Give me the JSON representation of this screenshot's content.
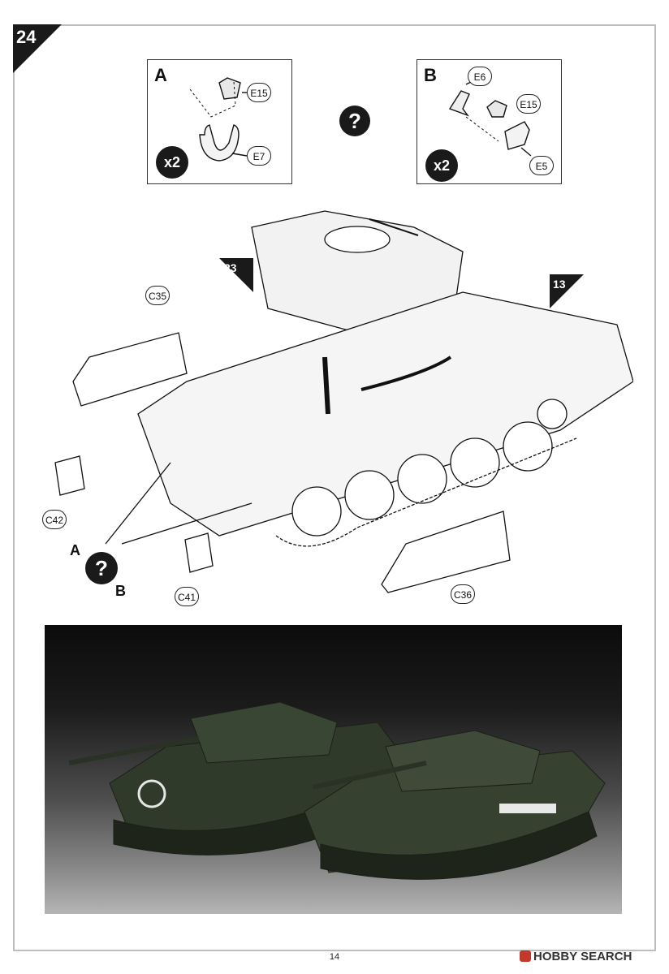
{
  "step": {
    "number": "24"
  },
  "insets": [
    {
      "letter": "A",
      "multiplier": "x2",
      "parts": [
        "E15",
        "E7"
      ]
    },
    {
      "letter": "B",
      "multiplier": "x2",
      "parts": [
        "E6",
        "E15",
        "E5"
      ]
    }
  ],
  "question_mark": "?",
  "step_refs": [
    "23",
    "13"
  ],
  "main_parts": [
    "C35",
    "C42",
    "C41",
    "C36"
  ],
  "variant_letters": [
    "A",
    "B"
  ],
  "page_number": "14",
  "watermark": "HOBBY SEARCH"
}
